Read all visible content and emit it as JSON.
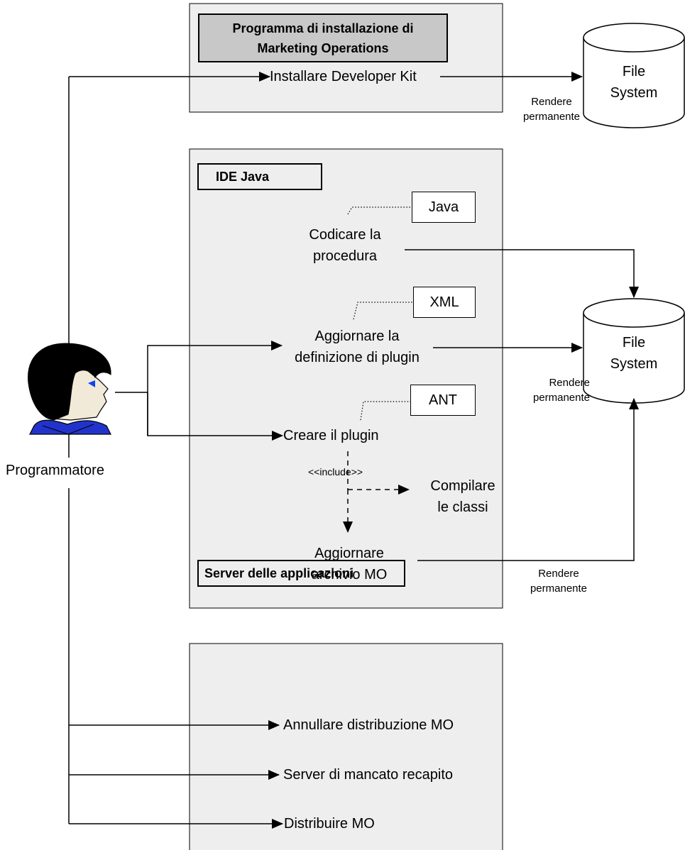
{
  "frames": {
    "installer": {
      "title_line1": "Programma di installazione di",
      "title_line2": "Marketing Operations"
    },
    "ide": {
      "title": "IDE Java"
    },
    "server": {
      "title": "Server delle applicazioni"
    }
  },
  "use_cases": {
    "install_kit": "Installare Developer Kit",
    "code_proc_1": "Codicare la",
    "code_proc_2": "procedura",
    "update_def_1": "Aggiornare la",
    "update_def_2": "definizione di plugin",
    "create_plugin": "Creare il plugin",
    "compile_1": "Compilare",
    "compile_2": "le classi",
    "update_archive_1": "Aggiornare",
    "update_archive_2": "archivio MO",
    "undeploy": "Annullare distribuzione MO",
    "fallback_server": "Server di mancato recapito",
    "deploy": "Distribuire MO"
  },
  "notes": {
    "java": "Java",
    "xml": "XML",
    "ant": "ANT"
  },
  "stereotype": "<<include>>",
  "storage": {
    "fs1_line1": "File",
    "fs1_line2": "System",
    "fs2_line1": "File",
    "fs2_line2": "System"
  },
  "persist": {
    "p1_a": "Rendere",
    "p1_b": "permanente",
    "p2_a": "Rendere",
    "p2_b": "permanente",
    "p3_a": "Rendere",
    "p3_b": "permanente"
  },
  "actor": {
    "name": "Programmatore"
  }
}
